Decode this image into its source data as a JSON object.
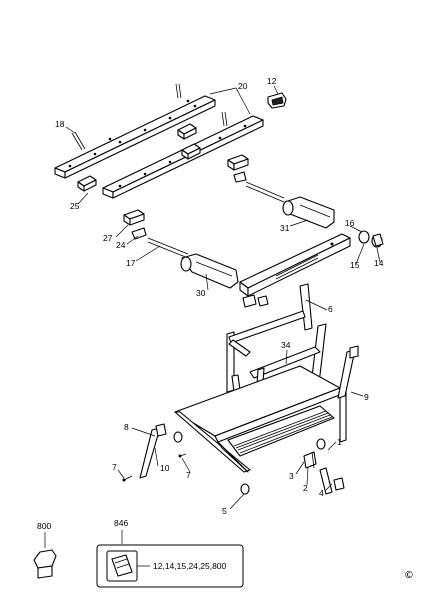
{
  "callouts": {
    "c1": "1",
    "c2": "2",
    "c3": "3",
    "c4": "4",
    "c5": "5",
    "c6": "6",
    "c7a": "7",
    "c7b": "7",
    "c8": "8",
    "c9": "9",
    "c10": "10",
    "c12": "12",
    "c14": "14",
    "c15": "15",
    "c16": "16",
    "c17": "17",
    "c18": "18",
    "c20": "20",
    "c24": "24",
    "c25": "25",
    "c27": "27",
    "c30": "30",
    "c31": "31",
    "c34": "34",
    "c800": "800",
    "c846": "846"
  },
  "kit": {
    "contents": "12,14,15,24,25,800"
  },
  "copyright": "©"
}
